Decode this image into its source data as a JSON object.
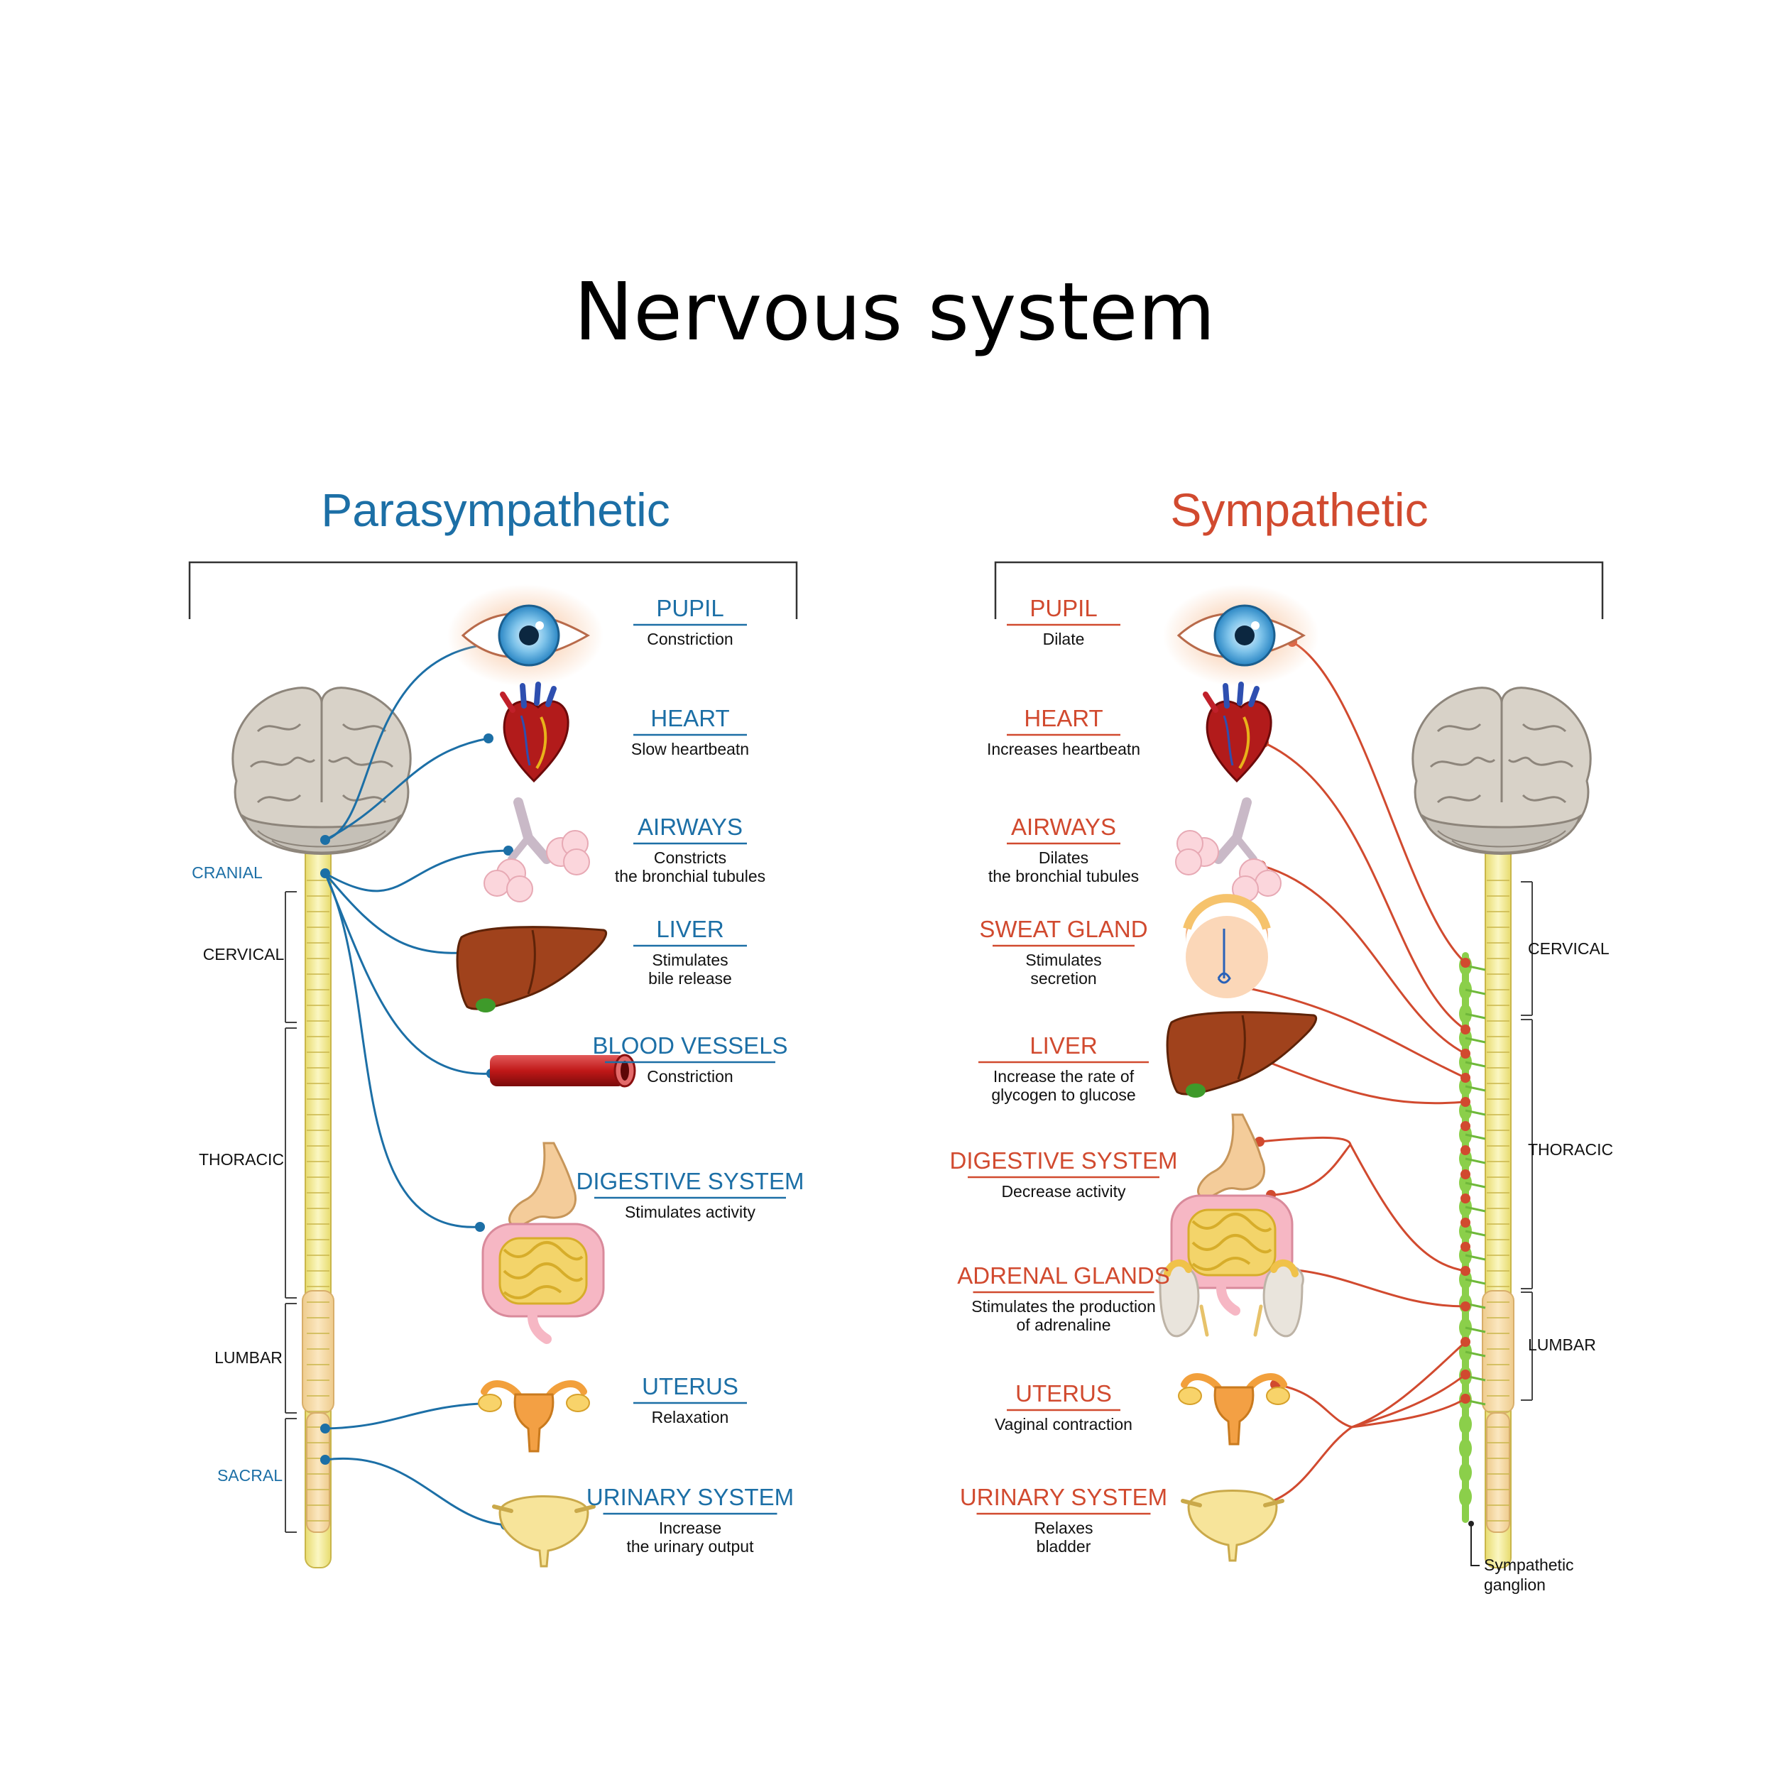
{
  "title": "Nervous system",
  "colors": {
    "parasympathetic": "#1c6fa6",
    "sympathetic": "#d14a2f",
    "spinal_cord": "#f3ee9a",
    "ganglion": "#8bcf4a"
  },
  "parasympathetic": {
    "title": "Parasympathetic",
    "segments": {
      "cranial": "CRANIAL",
      "cervical": "CERVICAL",
      "thoracic": "THORACIC",
      "lumbar": "LUMBAR",
      "sacral": "SACRAL"
    },
    "organs": [
      {
        "name": "PUPIL",
        "desc": [
          "Constriction"
        ],
        "icon": "eye-icon"
      },
      {
        "name": "HEART",
        "desc": [
          "Slow heartbeatn"
        ],
        "icon": "heart-icon"
      },
      {
        "name": "AIRWAYS",
        "desc": [
          "Constricts",
          "the bronchial tubules"
        ],
        "icon": "lungs-icon"
      },
      {
        "name": "LIVER",
        "desc": [
          "Stimulates",
          "bile release"
        ],
        "icon": "liver-icon"
      },
      {
        "name": "BLOOD VESSELS",
        "desc": [
          "Constriction"
        ],
        "icon": "blood-vessel-icon"
      },
      {
        "name": "DIGESTIVE SYSTEM",
        "desc": [
          "Stimulates activity"
        ],
        "icon": "digestive-icon"
      },
      {
        "name": "UTERUS",
        "desc": [
          "Relaxation"
        ],
        "icon": "uterus-icon"
      },
      {
        "name": "URINARY SYSTEM",
        "desc": [
          "Increase",
          "the urinary output"
        ],
        "icon": "bladder-icon"
      }
    ]
  },
  "sympathetic": {
    "title": "Sympathetic",
    "segments": {
      "cervical": "CERVICAL",
      "thoracic": "THORACIC",
      "lumbar": "LUMBAR"
    },
    "ganglion_label": [
      "Sympathetic",
      "ganglion"
    ],
    "organs": [
      {
        "name": "PUPIL",
        "desc": [
          "Dilate"
        ],
        "icon": "eye-icon"
      },
      {
        "name": "HEART",
        "desc": [
          "Increases heartbeatn"
        ],
        "icon": "heart-icon"
      },
      {
        "name": "AIRWAYS",
        "desc": [
          "Dilates",
          "the bronchial tubules"
        ],
        "icon": "lungs-icon"
      },
      {
        "name": "SWEAT GLAND",
        "desc": [
          "Stimulates",
          "secretion"
        ],
        "icon": "sweat-gland-icon"
      },
      {
        "name": "LIVER",
        "desc": [
          "Increase the rate of",
          "glycogen to glucose"
        ],
        "icon": "liver-icon"
      },
      {
        "name": "DIGESTIVE SYSTEM",
        "desc": [
          "Decrease activity"
        ],
        "icon": "digestive-icon"
      },
      {
        "name": "ADRENAL GLANDS",
        "desc": [
          "Stimulates the production",
          "of adrenaline"
        ],
        "icon": "adrenal-glands-icon"
      },
      {
        "name": "UTERUS",
        "desc": [
          "Vaginal contraction"
        ],
        "icon": "uterus-icon"
      },
      {
        "name": "URINARY SYSTEM",
        "desc": [
          "Relaxes",
          "bladder"
        ],
        "icon": "bladder-icon"
      }
    ]
  }
}
